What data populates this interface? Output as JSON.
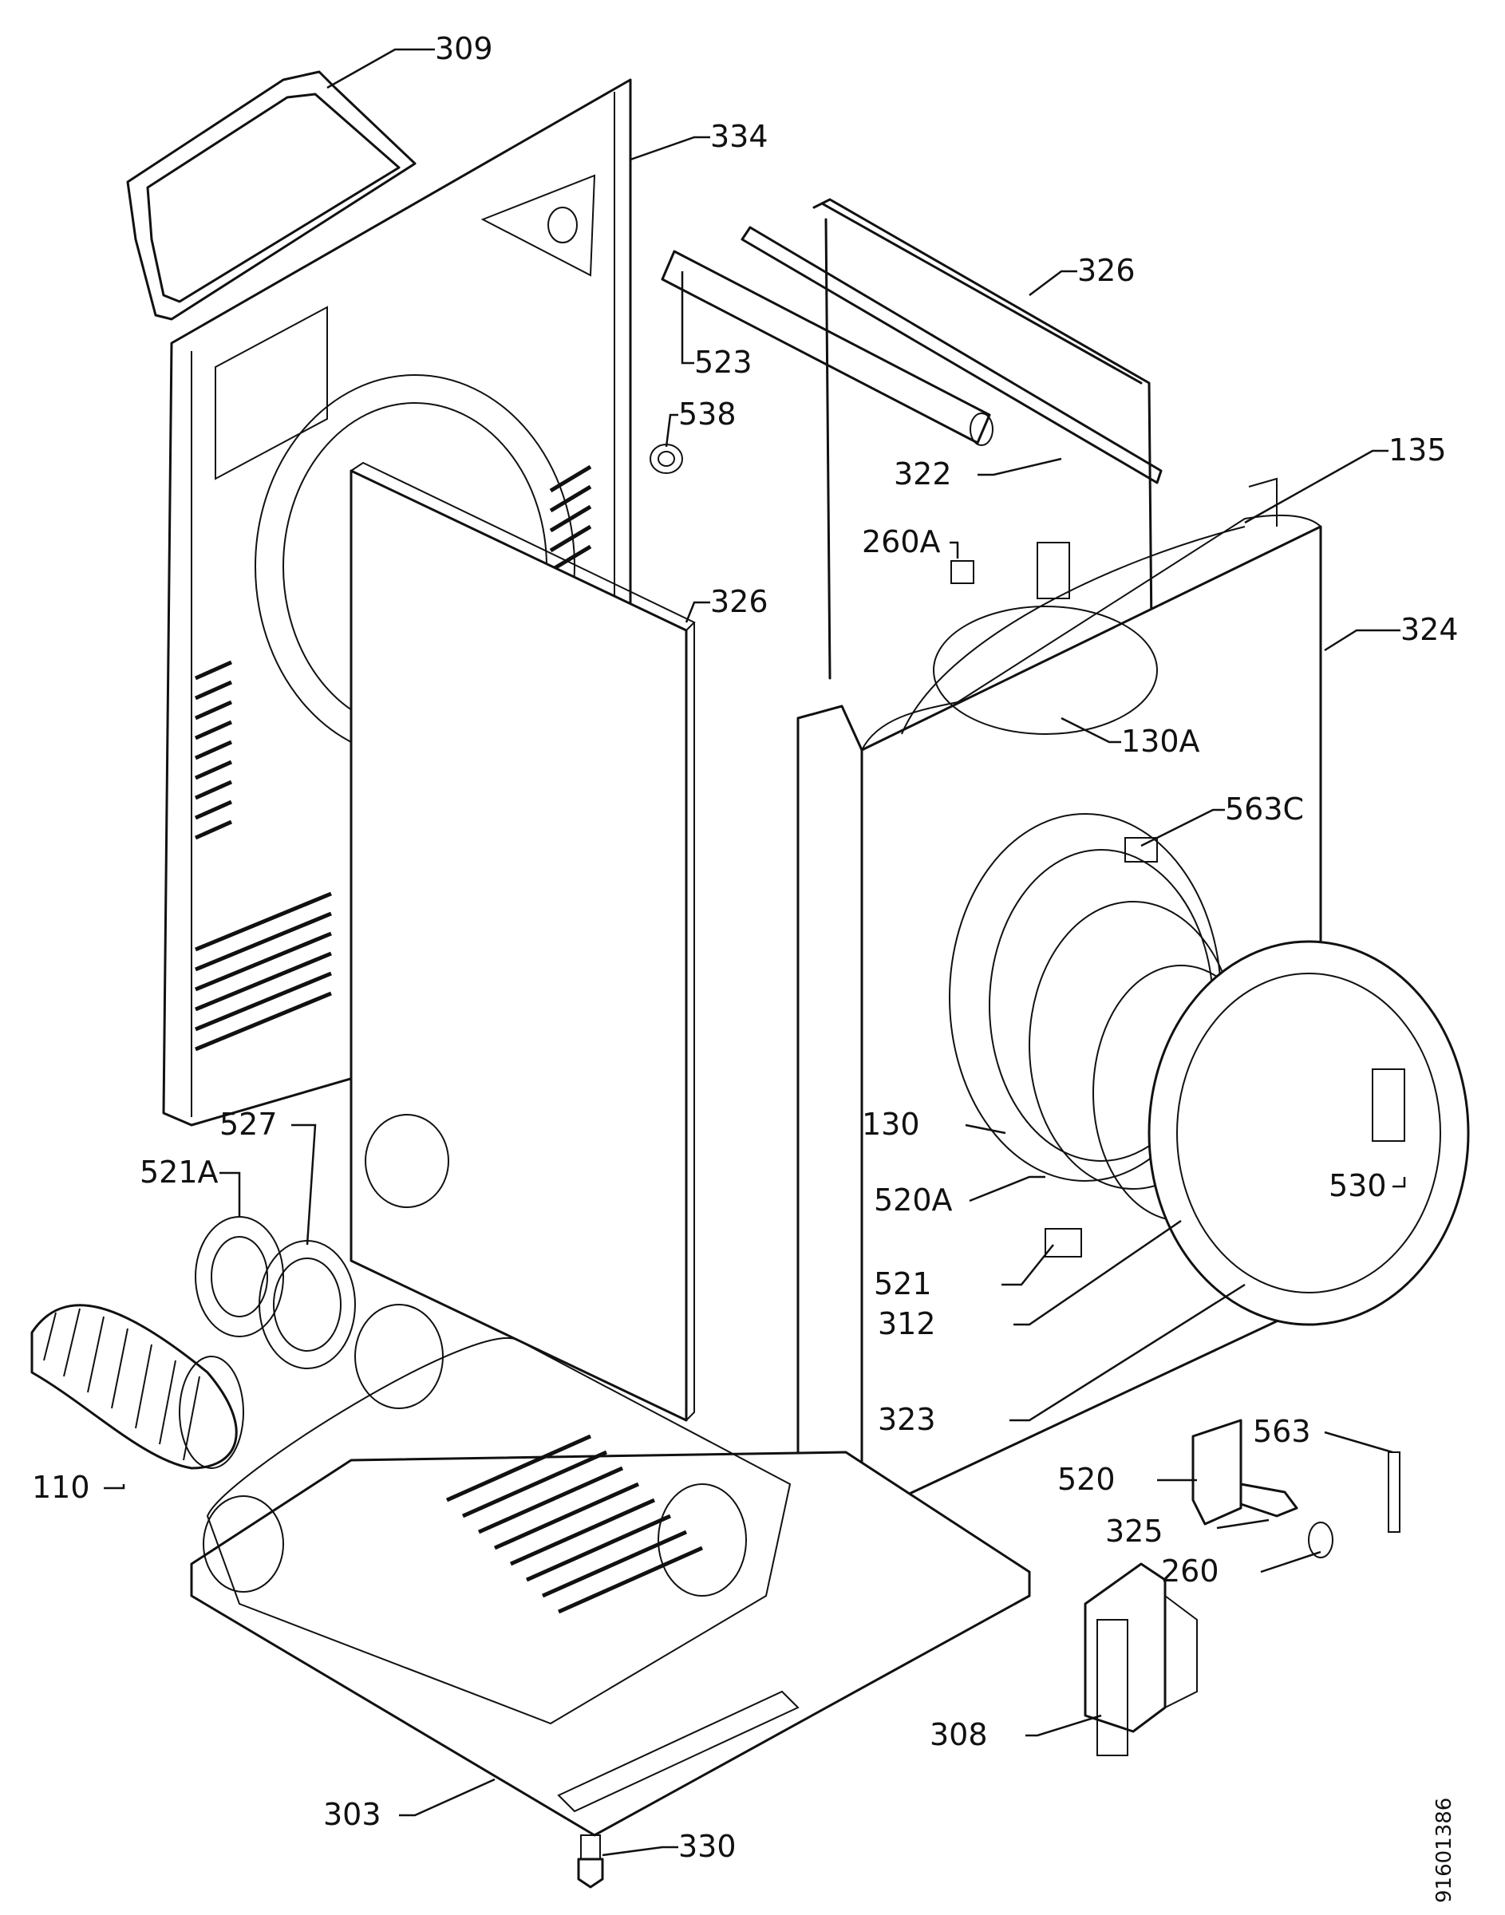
{
  "document_number": "91601386",
  "callouts": [
    {
      "id": "309",
      "label": "309"
    },
    {
      "id": "334",
      "label": "334"
    },
    {
      "id": "326-top",
      "label": "326"
    },
    {
      "id": "523",
      "label": "523"
    },
    {
      "id": "538",
      "label": "538"
    },
    {
      "id": "322",
      "label": "322"
    },
    {
      "id": "135",
      "label": "135"
    },
    {
      "id": "260a",
      "label": "260A"
    },
    {
      "id": "326-mid",
      "label": "326"
    },
    {
      "id": "324",
      "label": "324"
    },
    {
      "id": "130a",
      "label": "130A"
    },
    {
      "id": "563c",
      "label": "563C"
    },
    {
      "id": "527",
      "label": "527"
    },
    {
      "id": "521a",
      "label": "521A"
    },
    {
      "id": "130",
      "label": "130"
    },
    {
      "id": "530",
      "label": "530"
    },
    {
      "id": "520a",
      "label": "520A"
    },
    {
      "id": "521",
      "label": "521"
    },
    {
      "id": "312",
      "label": "312"
    },
    {
      "id": "323",
      "label": "323"
    },
    {
      "id": "110",
      "label": "110"
    },
    {
      "id": "563",
      "label": "563"
    },
    {
      "id": "520",
      "label": "520"
    },
    {
      "id": "325",
      "label": "325"
    },
    {
      "id": "260",
      "label": "260"
    },
    {
      "id": "308",
      "label": "308"
    },
    {
      "id": "303",
      "label": "303"
    },
    {
      "id": "330",
      "label": "330"
    }
  ]
}
